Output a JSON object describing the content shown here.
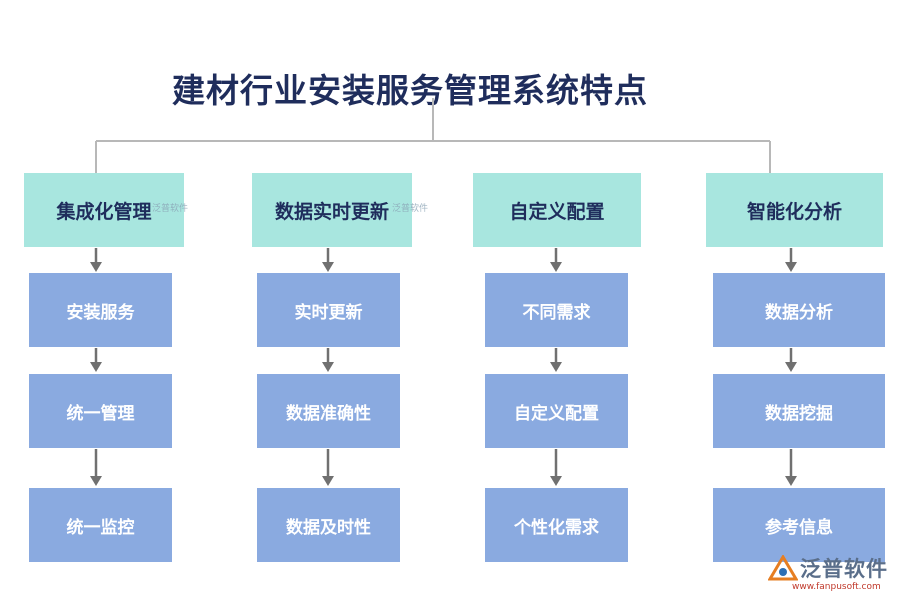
{
  "title": "建材行业安装服务管理系统特点",
  "columns": [
    {
      "heading": "集成化管理",
      "items": [
        "安装服务",
        "统一管理",
        "统一监控"
      ]
    },
    {
      "heading": "数据实时更新",
      "items": [
        "实时更新",
        "数据准确性",
        "数据及时性"
      ]
    },
    {
      "heading": "自定义配置",
      "items": [
        "不同需求",
        "自定义配置",
        "个性化需求"
      ]
    },
    {
      "heading": "智能化分析",
      "items": [
        "数据分析",
        "数据挖掘",
        "参考信息"
      ]
    }
  ],
  "watermark": "泛普软件",
  "logo": {
    "name": "泛普软件",
    "url": "www.fanpusoft.com"
  },
  "colors": {
    "title": "#1f2d5c",
    "heading_bg": "#a8e6df",
    "item_bg": "#8aaae0",
    "connector": "#b8b8b8",
    "arrow": "#707070"
  }
}
